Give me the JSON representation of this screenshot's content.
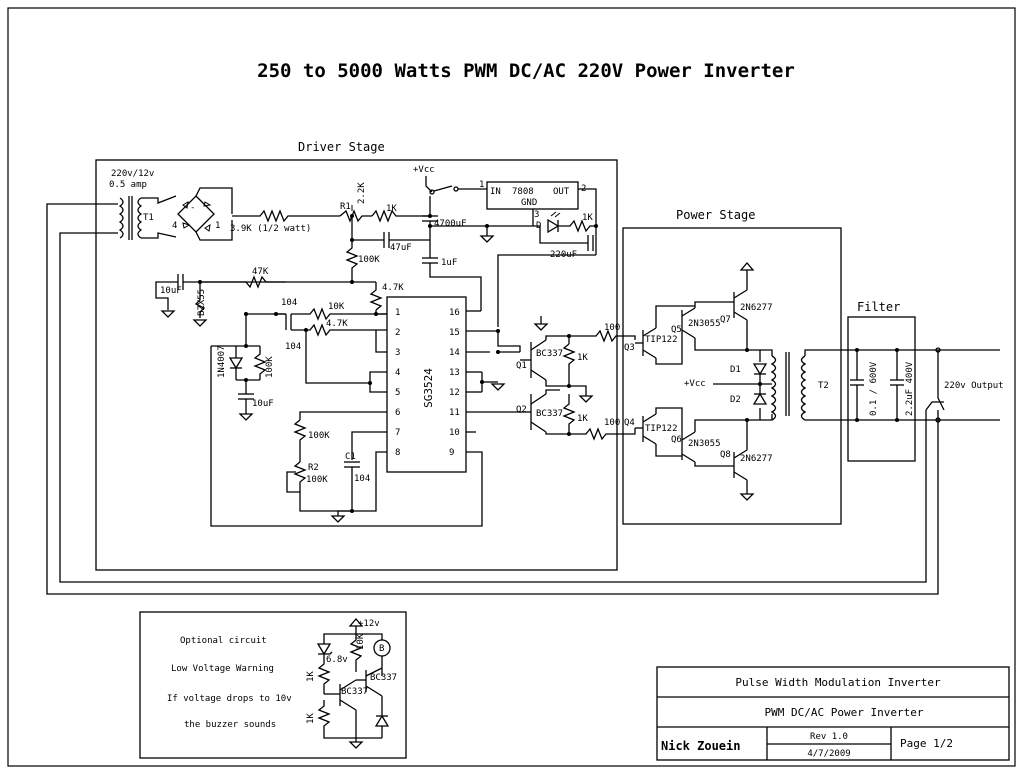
{
  "title": "250 to 5000 Watts PWM DC/AC 220V Power Inverter",
  "sections": {
    "driver": "Driver Stage",
    "power": "Power Stage",
    "filter": "Filter"
  },
  "labels": {
    "t1_rating": "220v/12v",
    "t1_current": "0.5 amp",
    "t1": "T1",
    "r_3k9": "3.9K (1/2 watt)",
    "r1": "R1",
    "r1_value": "2.2K",
    "r_1k_top": "1K",
    "vcc": "+Vcc",
    "reg_in": "IN",
    "reg_part": "7808",
    "reg_gnd": "GND",
    "reg_out": "OUT",
    "reg_pin1": "1",
    "reg_pin2": "2",
    "reg_pin3": "3",
    "c_4700": "4700uF",
    "c_47": "47uF",
    "c_1u": "1uF",
    "c_220": "220uF",
    "led_d": "D",
    "r_1k_led": "1K",
    "r_100k_a": "100K",
    "r_47k": "47K",
    "r_4k7_a": "4.7K",
    "c_10u_a": "10uF",
    "zener_label": "BZX55",
    "c_104_a": "104",
    "r_10k": "10K",
    "c_104_b": "104",
    "r_4k7_b": "4.7K",
    "d_1n4007": "1N4007",
    "r_100k_b": "100K",
    "c_10u_b": "10uF",
    "r_100k_c": "100K",
    "r2": "R2",
    "r2_value": "100K",
    "c1": "C1",
    "c1_value": "104",
    "ic_name": "SG3524",
    "pins_left": [
      "1",
      "2",
      "3",
      "4",
      "5",
      "6",
      "7",
      "8"
    ],
    "pins_right": [
      "16",
      "15",
      "14",
      "13",
      "12",
      "11",
      "10",
      "9"
    ],
    "q1": "Q1",
    "q1_part": "BC337",
    "q2": "Q2",
    "q2_part": "BC337",
    "r_1k_q1": "1K",
    "r_1k_q2": "1K",
    "r_100_a": "100",
    "r_100_b": "100",
    "q3": "Q3",
    "q3_part": "TIP122",
    "q4": "Q4",
    "q4_part": "TIP122",
    "q5": "Q5",
    "q5_part": "2N3055",
    "q6": "Q6",
    "q6_part": "2N3055",
    "q7": "Q7",
    "q7_part": "2N6277",
    "q8": "Q8",
    "q8_part": "2N6277",
    "d1": "D1",
    "d2": "D2",
    "vcc_center": "+Vcc",
    "t2": "T2",
    "c_filter_a": "0.1 / 600V",
    "c_filter_b": "2.2uF 400V",
    "output": "220v Output"
  },
  "optional": {
    "line1": "Optional circuit",
    "line2": "Low Voltage Warning",
    "line3": "If voltage drops to 10v",
    "line4": "the buzzer sounds",
    "v12": "+12v",
    "zener": "6.8v",
    "r_10k": "10K",
    "buzzer": "B",
    "r_1k_a": "1K",
    "r_1k_b": "1K",
    "q_a": "BC337",
    "q_b": "BC337"
  },
  "titleblock": {
    "project": "Pulse Width Modulation Inverter",
    "subtitle": "PWM DC/AC Power Inverter",
    "author": "Nick Zouein",
    "rev": "Rev 1.0",
    "date": "4/7/2009",
    "page": "Page   1/2"
  }
}
